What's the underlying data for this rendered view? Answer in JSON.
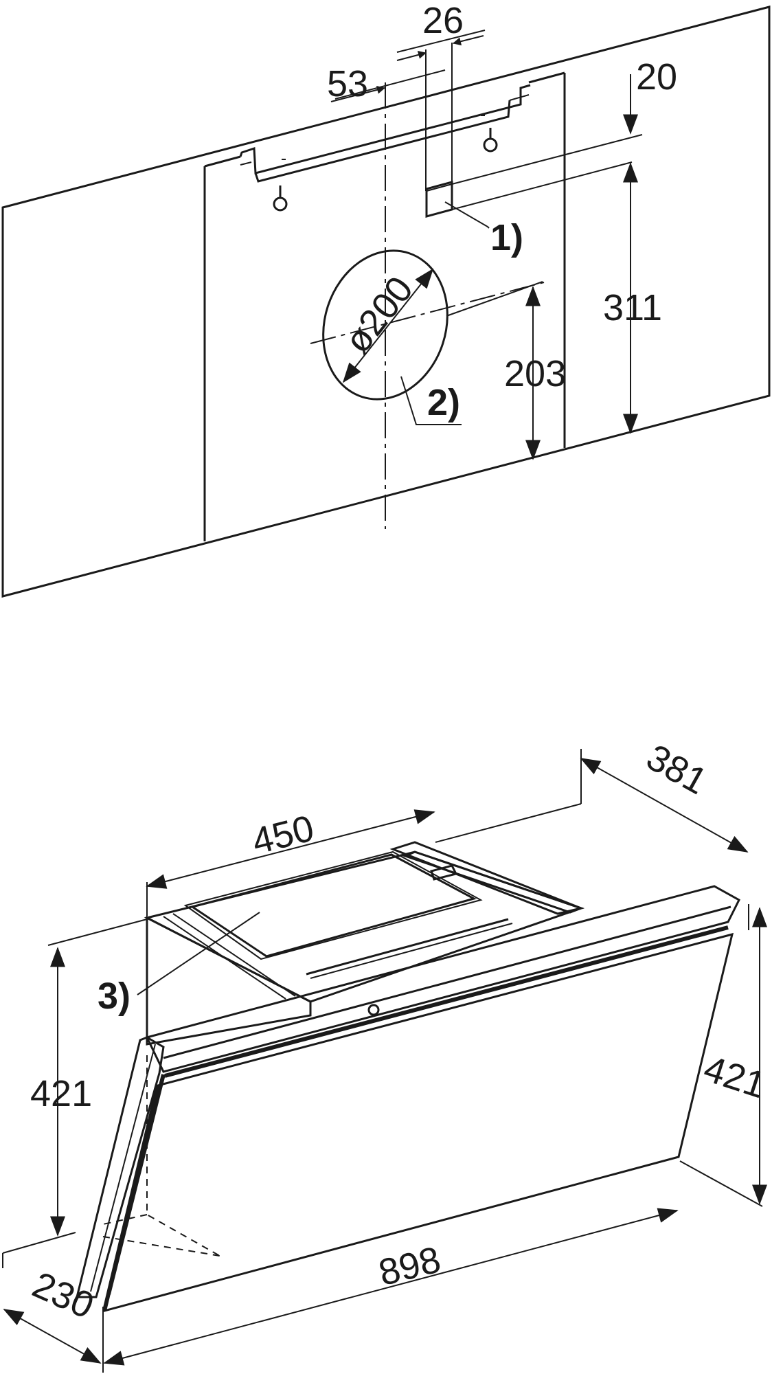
{
  "colors": {
    "panel": "#e3e3e3",
    "glass": "#e5e5e5",
    "filter": "#c7c7c7",
    "outline": "#1a1a1a",
    "background": "#ffffff"
  },
  "wall_mounting": {
    "dimensions": {
      "offset_53": "53",
      "width_26": "26",
      "gap_20": "20",
      "height_311": "311",
      "height_203": "203",
      "duct_diameter": "ø200"
    },
    "callouts": {
      "c1": "1)",
      "c2": "2)"
    }
  },
  "appliance": {
    "dimensions": {
      "width_450": "450",
      "depth_381": "381",
      "height_421_left": "421",
      "height_421_right": "421",
      "width_898": "898",
      "depth_230": "230"
    },
    "callouts": {
      "c3": "3)"
    }
  }
}
